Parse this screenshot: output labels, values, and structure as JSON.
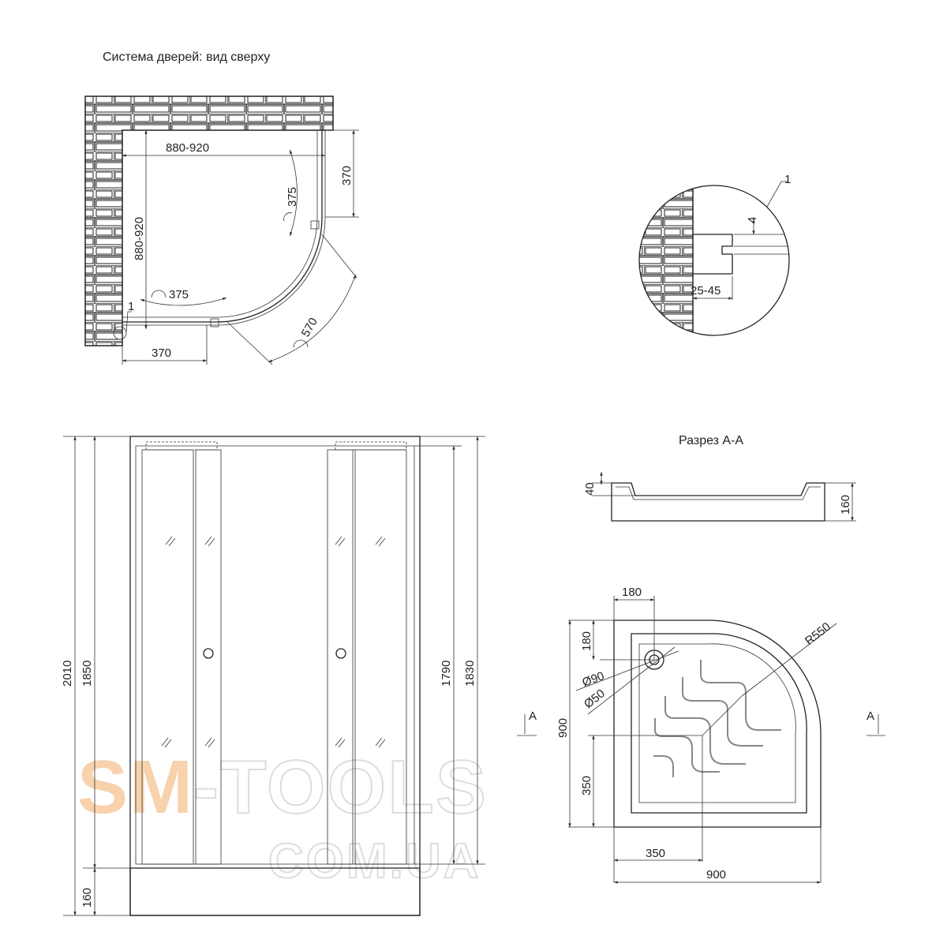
{
  "top_view": {
    "title": "Система дверей: вид сверху",
    "width_label": "880-920",
    "depth_label": "880-920",
    "right_fixed_label": "370",
    "bottom_fixed_label": "370",
    "right_door_arc_label": "375",
    "bottom_door_arc_label": "375",
    "opening_label": "570",
    "detail_callout": "1"
  },
  "detail_view": {
    "callout": "1",
    "gap_label": "4",
    "adjust_label": "25-45"
  },
  "front_view": {
    "total_height": "2010",
    "frame_height": "1850",
    "tray_height": "160",
    "door_height": "1790",
    "inner_height": "1830"
  },
  "section_view": {
    "title": "Разрез А-А",
    "rim_label": "40",
    "height_label": "160"
  },
  "tray_plan": {
    "drain_offset_x": "180",
    "drain_offset_y": "180",
    "radius_label": "R550",
    "outer_diameter": "Ø90",
    "inner_diameter": "Ø50",
    "size_y": "900",
    "size_x": "900",
    "corner_y": "350",
    "corner_x": "350",
    "section_mark_left": "A",
    "section_mark_right": "A"
  },
  "watermark": {
    "brand_accent": "SM",
    "brand_rest": "-TOOLS",
    "domain": "COM.UA",
    "accent_color": "#f5c9a0"
  }
}
